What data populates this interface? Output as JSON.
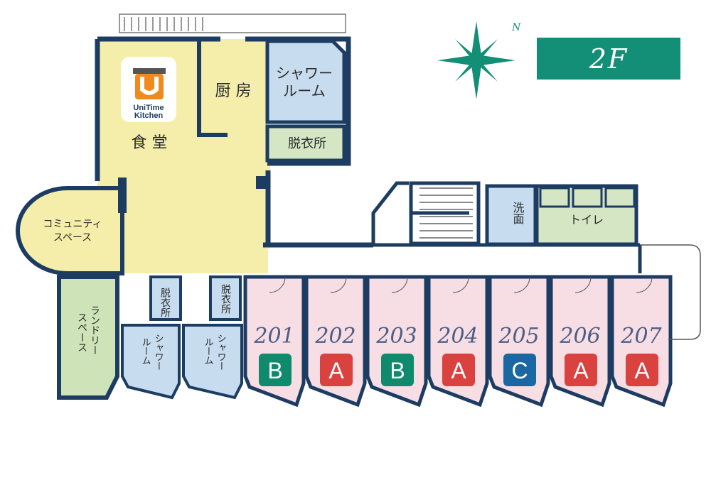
{
  "floor_label": "2F",
  "compass_label": "N",
  "logo": {
    "line1": "UniTime",
    "line2": "Kitchen"
  },
  "labels": {
    "dining": "食 堂",
    "kitchen": "厨 房",
    "shower_main_1": "シャワー",
    "shower_main_2": "ルーム",
    "dressing_main": "脱衣所",
    "community_1": "コミュニティ",
    "community_2": "スペース",
    "laundry_1": "ランドリー",
    "laundry_2": "スペース",
    "dressing_a": "脱衣所",
    "dressing_b": "脱衣所",
    "shower_a_1": "シャワー",
    "shower_a_2": "ルーム",
    "shower_b_1": "シャワー",
    "shower_b_2": "ルーム",
    "washroom": "洗面",
    "toilet": "トイレ"
  },
  "rooms": [
    {
      "number": "201",
      "type": "B",
      "color": "#0f8a6c"
    },
    {
      "number": "202",
      "type": "A",
      "color": "#d9423e"
    },
    {
      "number": "203",
      "type": "B",
      "color": "#0f8a6c"
    },
    {
      "number": "204",
      "type": "A",
      "color": "#d9423e"
    },
    {
      "number": "205",
      "type": "C",
      "color": "#1a67a3"
    },
    {
      "number": "206",
      "type": "A",
      "color": "#d9423e"
    },
    {
      "number": "207",
      "type": "A",
      "color": "#d9423e"
    }
  ],
  "colors": {
    "wall": "#1d3c62",
    "dining": "#f5eeaa",
    "shower": "#c7dcee",
    "dressing": "#d4e6c3",
    "laundry": "#cfe3b8",
    "guest_room": "#f7dde4",
    "accent": "#128f76"
  }
}
